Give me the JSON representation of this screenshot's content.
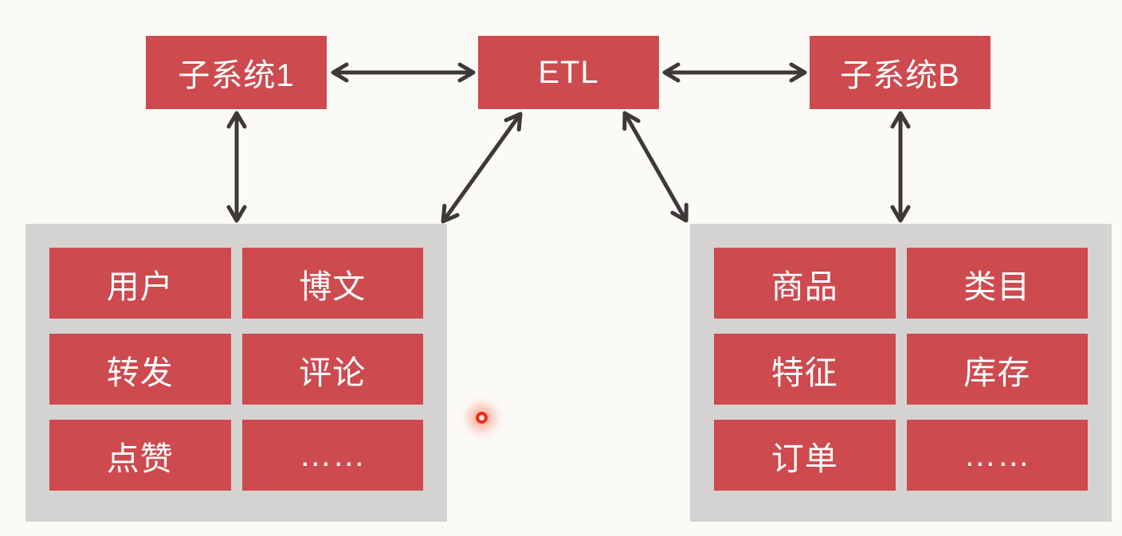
{
  "diagram": {
    "title_hint": "ETL data-integration architecture diagram",
    "colors": {
      "node_red": "#cd4a4f",
      "group_gray": "#d5d3d1",
      "arrow_dark": "#3c3938",
      "background": "#fcfaf7",
      "label_text": "#ffffff",
      "laser_red": "#ee2a17"
    },
    "nodes": {
      "subsystem1": "子系统1",
      "etl": "ETL",
      "subsystemB": "子系统B"
    },
    "left_group": {
      "items": [
        "用户",
        "博文",
        "转发",
        "评论",
        "点赞",
        "……"
      ]
    },
    "right_group": {
      "items": [
        "商品",
        "类目",
        "特征",
        "库存",
        "订单",
        "……"
      ]
    },
    "connections": [
      "subsystem1 <-> ETL",
      "ETL <-> subsystemB",
      "subsystem1 <-> left_group",
      "subsystemB <-> right_group",
      "ETL <-> left_group",
      "ETL <-> right_group"
    ]
  }
}
